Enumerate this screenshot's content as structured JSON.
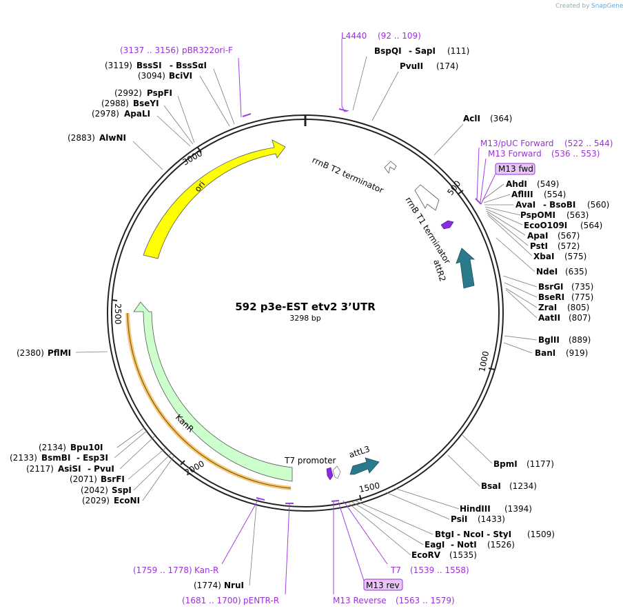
{
  "credit": {
    "prefix": "Created by",
    "brand": "SnapGene"
  },
  "title": "592 p3e-EST etv2 3’UTR",
  "subtitle": "3298 bp",
  "ticks": [
    "500",
    "1000",
    "1500",
    "2000",
    "2500",
    "3000"
  ],
  "features": [
    {
      "label": "ori",
      "color": "#ffff00"
    },
    {
      "label": "KanR",
      "color": "#ccffcc"
    },
    {
      "label": "attR2",
      "color": "#2b7a8c"
    },
    {
      "label": "attL3",
      "color": "#2b7a8c"
    },
    {
      "label": "rrnB T2 terminator",
      "color": "#ffffff"
    },
    {
      "label": "rrnB T1 terminator",
      "color": "#ffffff"
    },
    {
      "label": "T7 promoter",
      "color": "#ffffff"
    }
  ],
  "sites": [
    {
      "name": "BspQI",
      "extra": "SapI",
      "pos": "(111)"
    },
    {
      "name": "PvuII",
      "extra": "",
      "pos": "(174)"
    },
    {
      "name": "AclI",
      "extra": "",
      "pos": "(364)"
    },
    {
      "name": "AhdI",
      "extra": "",
      "pos": "(549)"
    },
    {
      "name": "AflIII",
      "extra": "",
      "pos": "(554)"
    },
    {
      "name": "AvaI",
      "extra": "BsoBI",
      "pos": "(560)"
    },
    {
      "name": "PspOMI",
      "extra": "",
      "pos": "(563)"
    },
    {
      "name": "EcoO109I",
      "extra": "",
      "pos": "(564)"
    },
    {
      "name": "ApaI",
      "extra": "",
      "pos": "(567)"
    },
    {
      "name": "PstI",
      "extra": "",
      "pos": "(572)"
    },
    {
      "name": "XbaI",
      "extra": "",
      "pos": "(575)"
    },
    {
      "name": "NdeI",
      "extra": "",
      "pos": "(635)"
    },
    {
      "name": "BsrGI",
      "extra": "",
      "pos": "(735)"
    },
    {
      "name": "BseRI",
      "extra": "",
      "pos": "(775)"
    },
    {
      "name": "ZraI",
      "extra": "",
      "pos": "(805)"
    },
    {
      "name": "AatII",
      "extra": "",
      "pos": "(807)"
    },
    {
      "name": "BglII",
      "extra": "",
      "pos": "(889)"
    },
    {
      "name": "BanI",
      "extra": "",
      "pos": "(919)"
    },
    {
      "name": "BpmI",
      "extra": "",
      "pos": "(1177)"
    },
    {
      "name": "BsaI",
      "extra": "",
      "pos": "(1234)"
    },
    {
      "name": "HindIII",
      "extra": "",
      "pos": "(1394)"
    },
    {
      "name": "PsiI",
      "extra": "",
      "pos": "(1433)"
    },
    {
      "name": "BtgI",
      "extra": "NcoI - StyI",
      "pos": "(1509)"
    },
    {
      "name": "EagI",
      "extra": "NotI",
      "pos": "(1526)"
    },
    {
      "name": "EcoRV",
      "extra": "",
      "pos": "(1535)"
    },
    {
      "name": "NruI",
      "extra": "",
      "pos": "(1774)"
    },
    {
      "name": "EcoNI",
      "extra": "",
      "pos": "(2029)"
    },
    {
      "name": "SspI",
      "extra": "",
      "pos": "(2042)"
    },
    {
      "name": "BsrFI",
      "extra": "",
      "pos": "(2071)"
    },
    {
      "name": "AsiSI",
      "extra": "PvuI",
      "pos": "(2117)"
    },
    {
      "name": "BsmBI",
      "extra": "Esp3I",
      "pos": "(2133)"
    },
    {
      "name": "Bpu10I",
      "extra": "",
      "pos": "(2134)"
    },
    {
      "name": "PflMI",
      "extra": "",
      "pos": "(2380)"
    },
    {
      "name": "AlwNI",
      "extra": "",
      "pos": "(2883)"
    },
    {
      "name": "ApaLI",
      "extra": "",
      "pos": "(2978)"
    },
    {
      "name": "BseYI",
      "extra": "",
      "pos": "(2988)"
    },
    {
      "name": "PspFI",
      "extra": "",
      "pos": "(2992)"
    },
    {
      "name": "BciVI",
      "extra": "",
      "pos": "(3094)"
    },
    {
      "name": "BssSI",
      "extra": "BssSαI",
      "pos": "(3119)"
    }
  ],
  "primers": [
    {
      "name": "L4440",
      "range": "(92 .. 109)"
    },
    {
      "name": "M13/pUC Forward",
      "range": "(522 .. 544)"
    },
    {
      "name": "M13 Forward",
      "range": "(536 .. 553)"
    },
    {
      "name": "M13 fwd",
      "range": ""
    },
    {
      "name": "T7",
      "range": "(1539 .. 1558)"
    },
    {
      "name": "M13 rev",
      "range": ""
    },
    {
      "name": "M13 Reverse",
      "range": "(1563 .. 1579)"
    },
    {
      "name": "pENTR-R",
      "range": "(1681 .. 1700)"
    },
    {
      "name": "Kan-R",
      "range": "(1759 .. 1778)"
    },
    {
      "name": "pBR322ori-F",
      "range": "(3137 .. 3156)"
    }
  ]
}
